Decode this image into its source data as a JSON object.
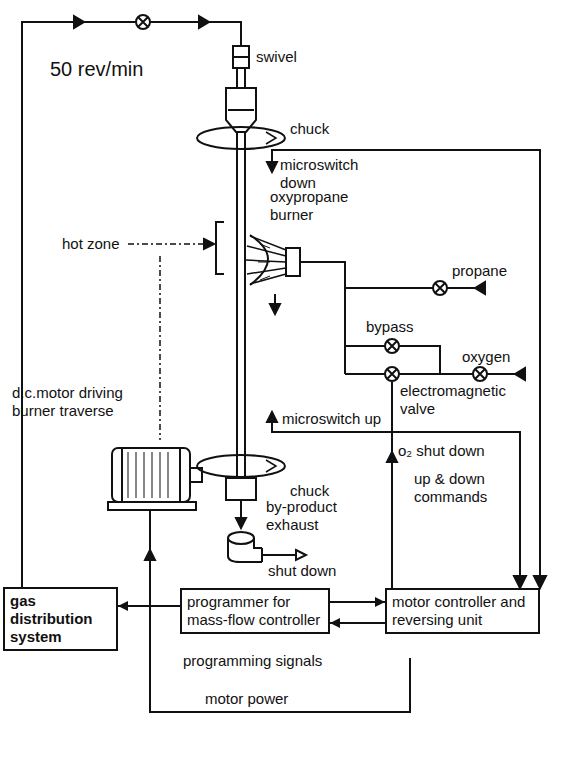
{
  "diagram": {
    "nodes": [
      {
        "text": [
          "gas distribution system"
        ]
      },
      {
        "text": [
          "programmer for mass-flow controller"
        ]
      },
      {
        "text": [
          "motor controller and reversing unit"
        ]
      }
    ],
    "edges": [
      {
        "from": 1,
        "to": 0,
        "arrow": "to"
      },
      {
        "from": 1,
        "to": 2,
        "arrow": "to"
      },
      {
        "from": 2,
        "to": 1,
        "arrow": "to"
      }
    ],
    "labels": [
      "swivel",
      "50 rev/min",
      "chuck",
      "microswitch down",
      "oxypropane burner",
      "propane",
      "bypass",
      "oxygen",
      "electromagnetic valve",
      "hot zone",
      "d.c.motor driving burner traverse",
      "microswitch up",
      "o₂ shut down",
      "up & down commands",
      "chuck",
      "by-product exhaust",
      "shut down",
      "programming signals",
      "motor power"
    ]
  }
}
